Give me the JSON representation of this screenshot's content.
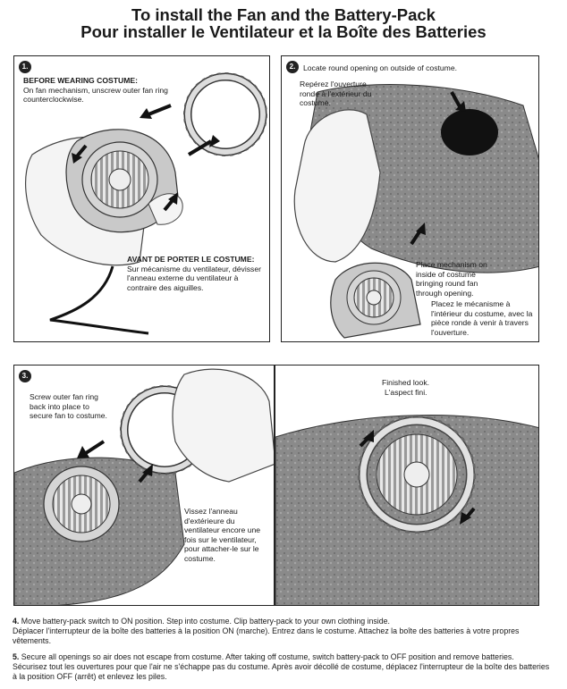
{
  "title_en": "To install the Fan and the Battery-Pack",
  "title_fr": "Pour installer le Ventilateur et la Boîte des Batteries",
  "panel1": {
    "number": "1.",
    "before_heading": "BEFORE WEARING COSTUME:",
    "before_body": "On fan mechanism, unscrew outer fan ring counterclockwise.",
    "avant_heading": "AVANT DE PORTER LE COSTUME:",
    "avant_body": "Sur mécanisme du ventilateur, dévisser l'anneau externe du ventilateur à contraire des aiguilles."
  },
  "panel2": {
    "number": "2.",
    "locate_en": "Locate round opening on outside of costume.",
    "locate_fr": "Repérez l'ouverture ronde à l'extérieur du costume.",
    "place_en": "Place mechanism on inside of costume bringing round fan through opening.",
    "place_fr": "Placez le mécanisme à l'intérieur du costume, avec la pièce ronde à venir à travers l'ouverture."
  },
  "panel3": {
    "number": "3.",
    "screw_en": "Screw outer fan ring back into place to secure fan to costume.",
    "screw_fr": "Vissez l'anneau d'extérieure du ventilateur encore une fois sur le ventilateur, pour attacher-le sur le costume."
  },
  "panel4": {
    "finished_en": "Finished look.",
    "finished_fr": "L'aspect fini."
  },
  "steps": [
    {
      "number": "4.",
      "en": "Move battery-pack switch to ON position. Step into costume. Clip battery-pack to your own clothing inside.",
      "fr": "Déplacer l'interrupteur de la boîte des batteries à la position ON (marche). Entrez dans le costume. Attachez la boîte des batteries à votre propres vêtements."
    },
    {
      "number": "5.",
      "en": "Secure all openings so air does not escape from costume. After taking off costume, switch battery-pack to OFF position and remove batteries.",
      "fr": "Sécurisez tout les ouvertures pour que l'air ne s'échappe pas du costume. Après avoir décollé de costume, déplacez l'interrupteur de la boîte des batteries à la position OFF (arrêt) et enlevez les piles."
    }
  ]
}
